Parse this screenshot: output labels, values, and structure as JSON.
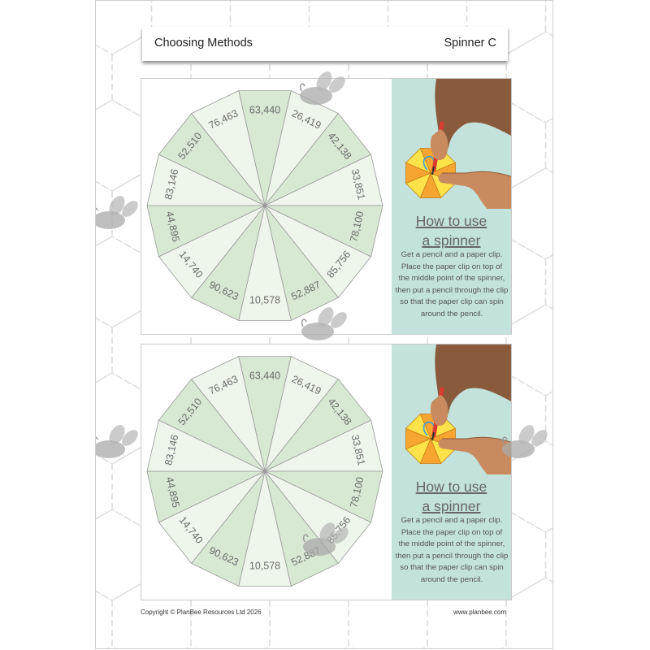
{
  "header": {
    "title": "Choosing Methods",
    "subtitle": "Spinner C"
  },
  "spinners": [
    {
      "values": [
        "63,440",
        "26,419",
        "42,138",
        "33,851",
        "78,100",
        "85,756",
        "52,887",
        "10,578",
        "90,623",
        "14,740",
        "44,895",
        "83,146",
        "52,510",
        "76,463"
      ]
    },
    {
      "values": [
        "63,440",
        "26,419",
        "42,138",
        "33,851",
        "78,100",
        "85,756",
        "52,887",
        "10,578",
        "90,623",
        "14,740",
        "44,895",
        "83,146",
        "52,510",
        "76,463"
      ]
    }
  ],
  "howto": {
    "title_line1": "How to use",
    "title_line2": "a spinner",
    "text": "Get a pencil and a paper clip. Place the paper clip on top of the middle point of the spinner, then put a pencil through the clip so that the paper clip can spin around the pencil."
  },
  "footer": {
    "copyright": "Copyright © PlanBee Resources Ltd 2026",
    "website": "www.planbee.com"
  },
  "colors": {
    "sector_dark": "#d7e8d3",
    "sector_light": "#eef5eb",
    "sector_line": "#9a9a9a",
    "panel": "#c3e2dc",
    "label": "#6b6b6b"
  },
  "icons": [
    "hand-pencil-icon",
    "bee-icon"
  ]
}
